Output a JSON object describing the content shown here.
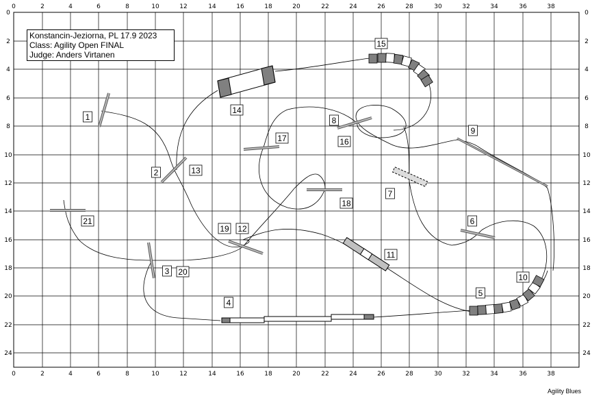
{
  "header": {
    "line1": "Konstancin-Jeziorna, PL 17.9 2023",
    "line2": "Class: Agility Open FINAL",
    "line3": "Judge: Anders Virtanen"
  },
  "footer": {
    "brand": "Agility Blues"
  },
  "axes": {
    "x_ticks": [
      "0",
      "2",
      "4",
      "6",
      "8",
      "10",
      "12",
      "14",
      "16",
      "18",
      "20",
      "22",
      "24",
      "26",
      "28",
      "30",
      "32",
      "34",
      "36",
      "38"
    ],
    "y_ticks": [
      "0",
      "2",
      "4",
      "6",
      "8",
      "10",
      "12",
      "14",
      "16",
      "18",
      "20",
      "22",
      "24"
    ]
  },
  "obstacle_labels": [
    "1",
    "2",
    "3",
    "4",
    "5",
    "6",
    "7",
    "8",
    "9",
    "10",
    "11",
    "12",
    "13",
    "14",
    "15",
    "16",
    "17",
    "18",
    "19",
    "20",
    "21"
  ],
  "colors": {
    "tunnel_dark": "#808080",
    "tunnel_light": "#ffffff",
    "jump_pole": "#a9a9a9",
    "grid": "#000000"
  }
}
